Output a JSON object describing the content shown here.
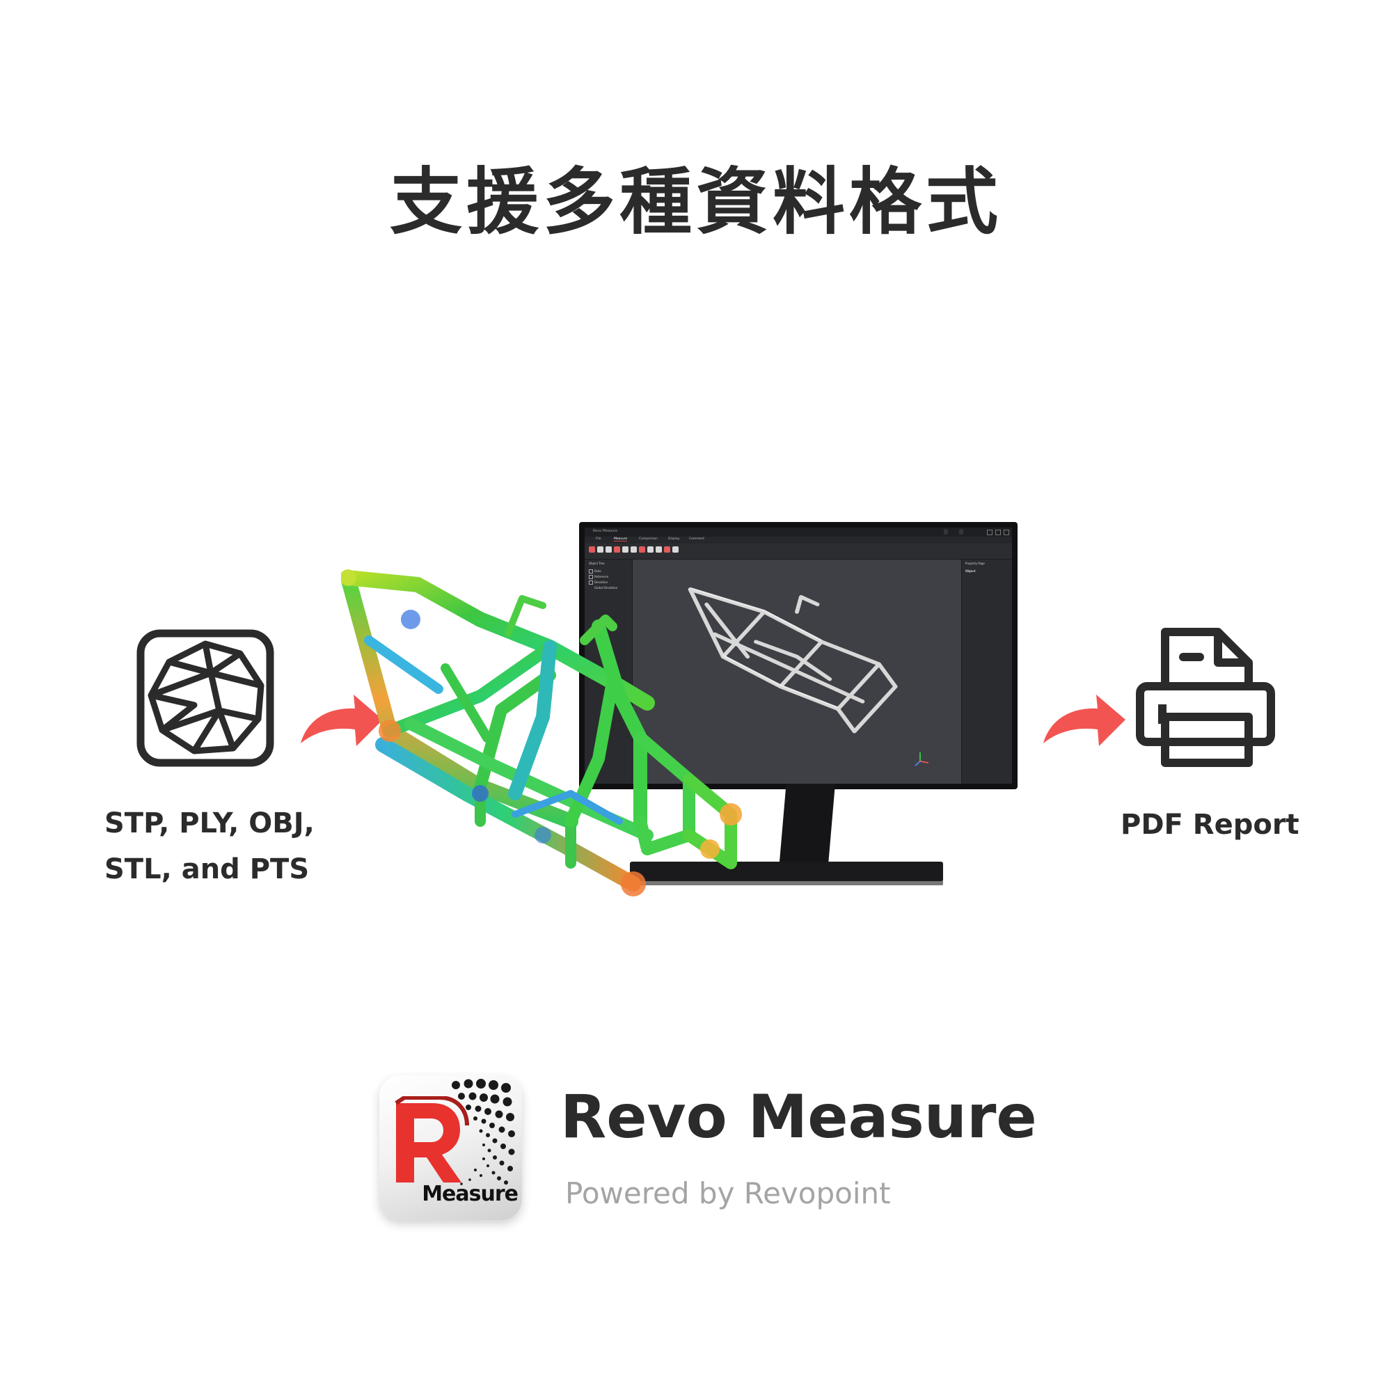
{
  "headline": "支援多種資料格式",
  "input_formats": {
    "line1": "STP, PLY, OBJ,",
    "line2": "STL, and PTS",
    "icon": "polygon-mesh-icon"
  },
  "output": {
    "label": "PDF Report",
    "icon": "printer-icon"
  },
  "arrows": {
    "color": "#f25551"
  },
  "monitor_app": {
    "title": "Revo Measure",
    "tabs": [
      "File",
      "Measure",
      "Comparison",
      "Display",
      "Comment"
    ],
    "active_tab": "Measure",
    "object_tree": {
      "title": "Object Tree",
      "items": [
        "Data",
        "Reference",
        "Deviation",
        "Global Deviation"
      ]
    },
    "property_panel": {
      "title": "Property Page",
      "section": "Object"
    }
  },
  "brand": {
    "name": "Revo Measure",
    "tagline": "Powered by Revopoint",
    "logo_word": "Measure",
    "logo_letter": "R",
    "accent_color": "#e8322e"
  }
}
